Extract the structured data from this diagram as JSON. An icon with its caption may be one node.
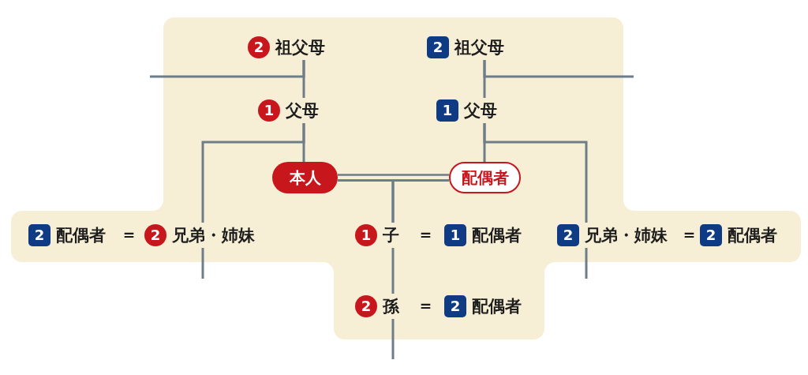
{
  "diagram": {
    "nodes": [
      {
        "text": [
          "2",
          "祖父母"
        ]
      },
      {
        "text": [
          "2",
          "祖父母"
        ]
      },
      {
        "text": [
          "1",
          "父母"
        ]
      },
      {
        "text": [
          "1",
          "父母"
        ]
      },
      {
        "text": [
          "本人"
        ]
      },
      {
        "text": [
          "配偶者"
        ]
      },
      {
        "text": [
          "2",
          "配偶者"
        ]
      },
      {
        "text": [
          "2",
          "兄弟・姉妹"
        ]
      },
      {
        "text": [
          "1",
          "子"
        ]
      },
      {
        "text": [
          "1",
          "配偶者"
        ]
      },
      {
        "text": [
          "2",
          "兄弟・姉妹"
        ]
      },
      {
        "text": [
          "2",
          "配偶者"
        ]
      },
      {
        "text": [
          "2",
          "孫"
        ]
      },
      {
        "text": [
          "2",
          "配偶者"
        ]
      }
    ],
    "edges": [
      {
        "from": 0,
        "to": 2,
        "arrow": "none"
      },
      {
        "from": 0,
        "to": null,
        "arrow": "none"
      },
      {
        "from": 1,
        "to": 3,
        "arrow": "none"
      },
      {
        "from": 1,
        "to": null,
        "arrow": "none"
      },
      {
        "from": 2,
        "to": 4,
        "arrow": "none"
      },
      {
        "from": 2,
        "to": 7,
        "arrow": "none"
      },
      {
        "from": 3,
        "to": 5,
        "arrow": "none"
      },
      {
        "from": 3,
        "to": 10,
        "arrow": "none"
      },
      {
        "from": 4,
        "to": 5,
        "arrow": "none"
      },
      {
        "from": 4,
        "to": 8,
        "arrow": "none"
      },
      {
        "from": 5,
        "to": 8,
        "arrow": "none"
      },
      {
        "from": 7,
        "to": null,
        "arrow": "none"
      },
      {
        "from": 10,
        "to": null,
        "arrow": "none"
      },
      {
        "from": 8,
        "to": 12,
        "arrow": "none"
      },
      {
        "from": 12,
        "to": null,
        "arrow": "none"
      }
    ],
    "labels": [
      "＝",
      "＝",
      "＝",
      "＝"
    ]
  }
}
